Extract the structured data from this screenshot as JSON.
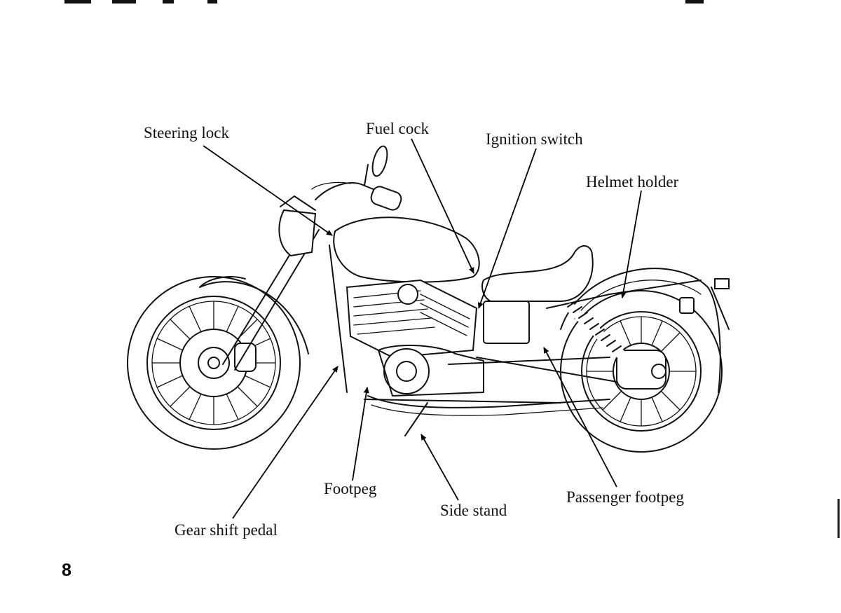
{
  "labels": {
    "steering_lock": "Steering lock",
    "fuel_cock": "Fuel cock",
    "ignition_switch": "Ignition switch",
    "helmet_holder": "Helmet holder",
    "footpeg": "Footpeg",
    "side_stand": "Side stand",
    "passenger_footpeg": "Passenger footpeg",
    "gear_shift_pedal": "Gear shift pedal"
  },
  "page_number": "8"
}
